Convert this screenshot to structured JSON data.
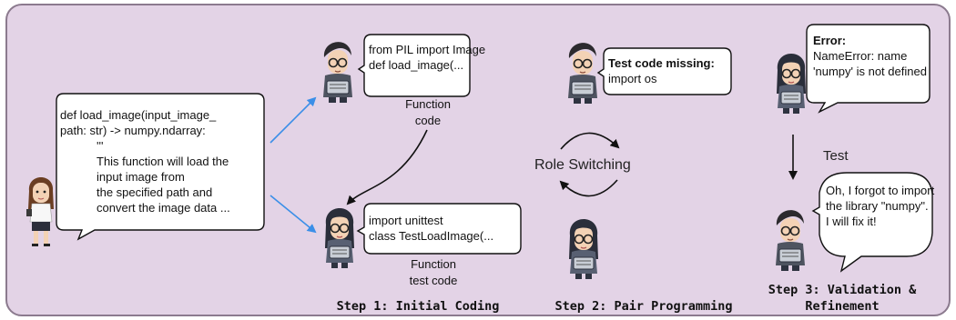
{
  "colors": {
    "panel_bg": "#e3d3e6",
    "panel_border": "#8b7a8e",
    "blue_arrow": "#3b8fe8",
    "black_arrow": "#111111"
  },
  "icons": [
    "woman-avatar-icon",
    "boy-programmer-icon",
    "girl-programmer-icon"
  ],
  "user_prompt": {
    "lines": [
      "def load_image(input_image_",
      "path: str) -> numpy.ndarray:",
      "'''",
      "This function will load the",
      "input image from",
      "the specified path and",
      "convert the image data ..."
    ]
  },
  "step1": {
    "code_bubble": [
      "from PIL import Image",
      "def load_image(..."
    ],
    "code_caption": [
      "Function",
      "code"
    ],
    "test_bubble": [
      "import unittest",
      "class TestLoadImage(..."
    ],
    "test_caption": [
      "Function",
      "test code"
    ],
    "label": "Step 1: Initial Coding"
  },
  "step2": {
    "bubble_title": "Test code missing:",
    "bubble_text": "import os",
    "role_label": "Role Switching",
    "label": "Step 2: Pair Programming"
  },
  "step3": {
    "error_title": "Error:",
    "error_lines": [
      "NameError: name",
      "'numpy' is not defined"
    ],
    "test_label": "Test",
    "fix_lines": [
      "Oh, I forgot to import",
      "the library \"numpy\".",
      "I will fix it!"
    ],
    "label_lines": [
      "Step 3: Validation &",
      "Refinement"
    ]
  }
}
